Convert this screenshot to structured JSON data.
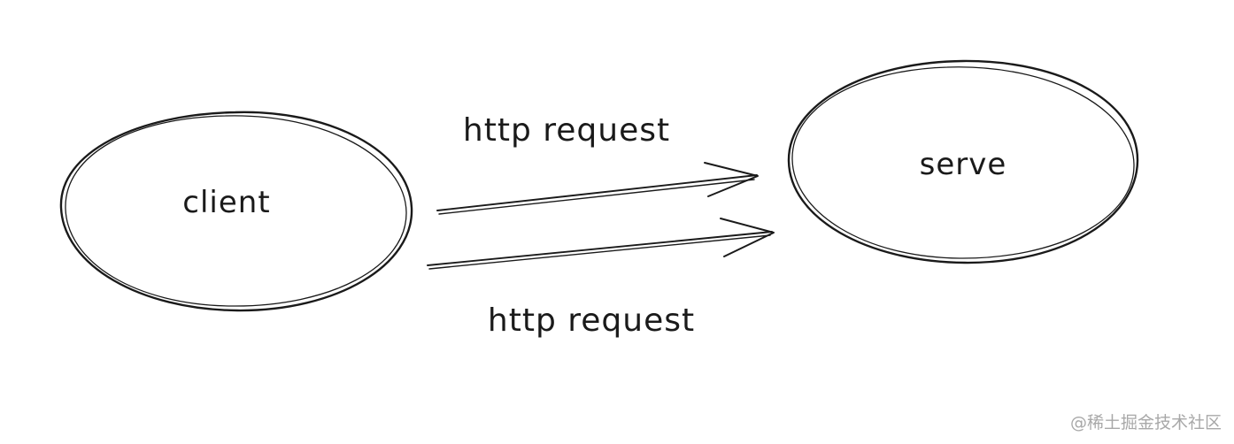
{
  "nodes": {
    "client": {
      "label": "client"
    },
    "server": {
      "label": "serve"
    }
  },
  "edges": [
    {
      "from": "client",
      "to": "serve",
      "label": "http request"
    },
    {
      "from": "client",
      "to": "serve",
      "label": "http request"
    }
  ],
  "watermark": "@稀土掘金技术社区",
  "colors": {
    "ink": "#1a1a1a",
    "background": "#ffffff",
    "watermark": "#a8a8a8"
  }
}
